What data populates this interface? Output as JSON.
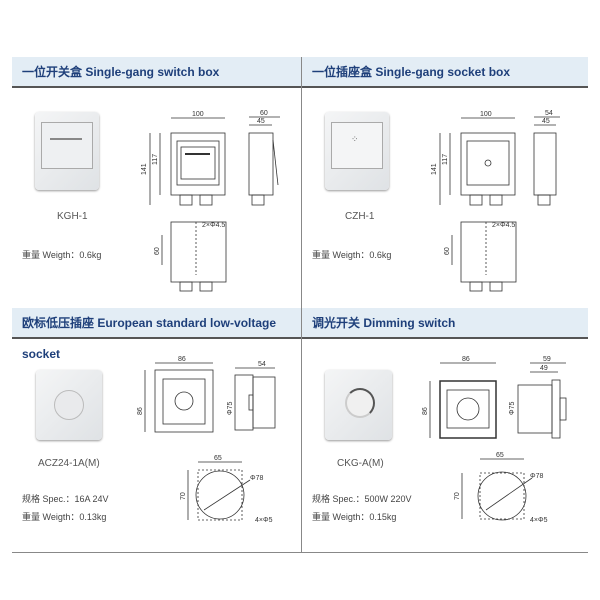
{
  "panels": [
    {
      "title": "一位开关盒 Single-gang switch box",
      "model": "KGH-1",
      "weight_label": "重量 Weigth：",
      "weight": "0.6kg",
      "dims": {
        "width": "100",
        "height_outer": "141",
        "height_inner": "117",
        "depth_outer": "60",
        "depth_inner": "45",
        "hole": "2×Φ4.5",
        "hole_spacing": "60"
      }
    },
    {
      "title": "一位插座盒 Single-gang socket box",
      "model": "CZH-1",
      "weight_label": "重量 Weigth：",
      "weight": "0.6kg",
      "dims": {
        "width": "100",
        "height_outer": "141",
        "height_inner": "117",
        "depth_outer": "54",
        "depth_inner": "45",
        "hole": "2×Φ4.5",
        "hole_spacing": "60"
      }
    },
    {
      "title": "欧标低压插座 European standard low-voltage socket",
      "model": "ACZ24-1A(M)",
      "spec_label": "规格 Spec.：",
      "spec": "16A 24V",
      "weight_label": "重量 Weigth：",
      "weight": "0.13kg",
      "dims": {
        "width": "86",
        "height": "86",
        "depth": "54",
        "diameter": "Φ75",
        "hole_w": "65",
        "hole_h": "70",
        "circle": "Φ78",
        "holes": "4×Φ5"
      }
    },
    {
      "title": "调光开关 Dimming switch",
      "model": "CKG-A(M)",
      "spec_label": "规格 Spec.：",
      "spec": "500W 220V",
      "weight_label": "重量 Weigth：",
      "weight": "0.15kg",
      "dims": {
        "width": "86",
        "height": "86",
        "depth_outer": "59",
        "depth_inner": "49",
        "diameter": "Φ75",
        "hole_w": "65",
        "hole_h": "70",
        "circle": "Φ78",
        "holes": "4×Φ5"
      }
    }
  ]
}
